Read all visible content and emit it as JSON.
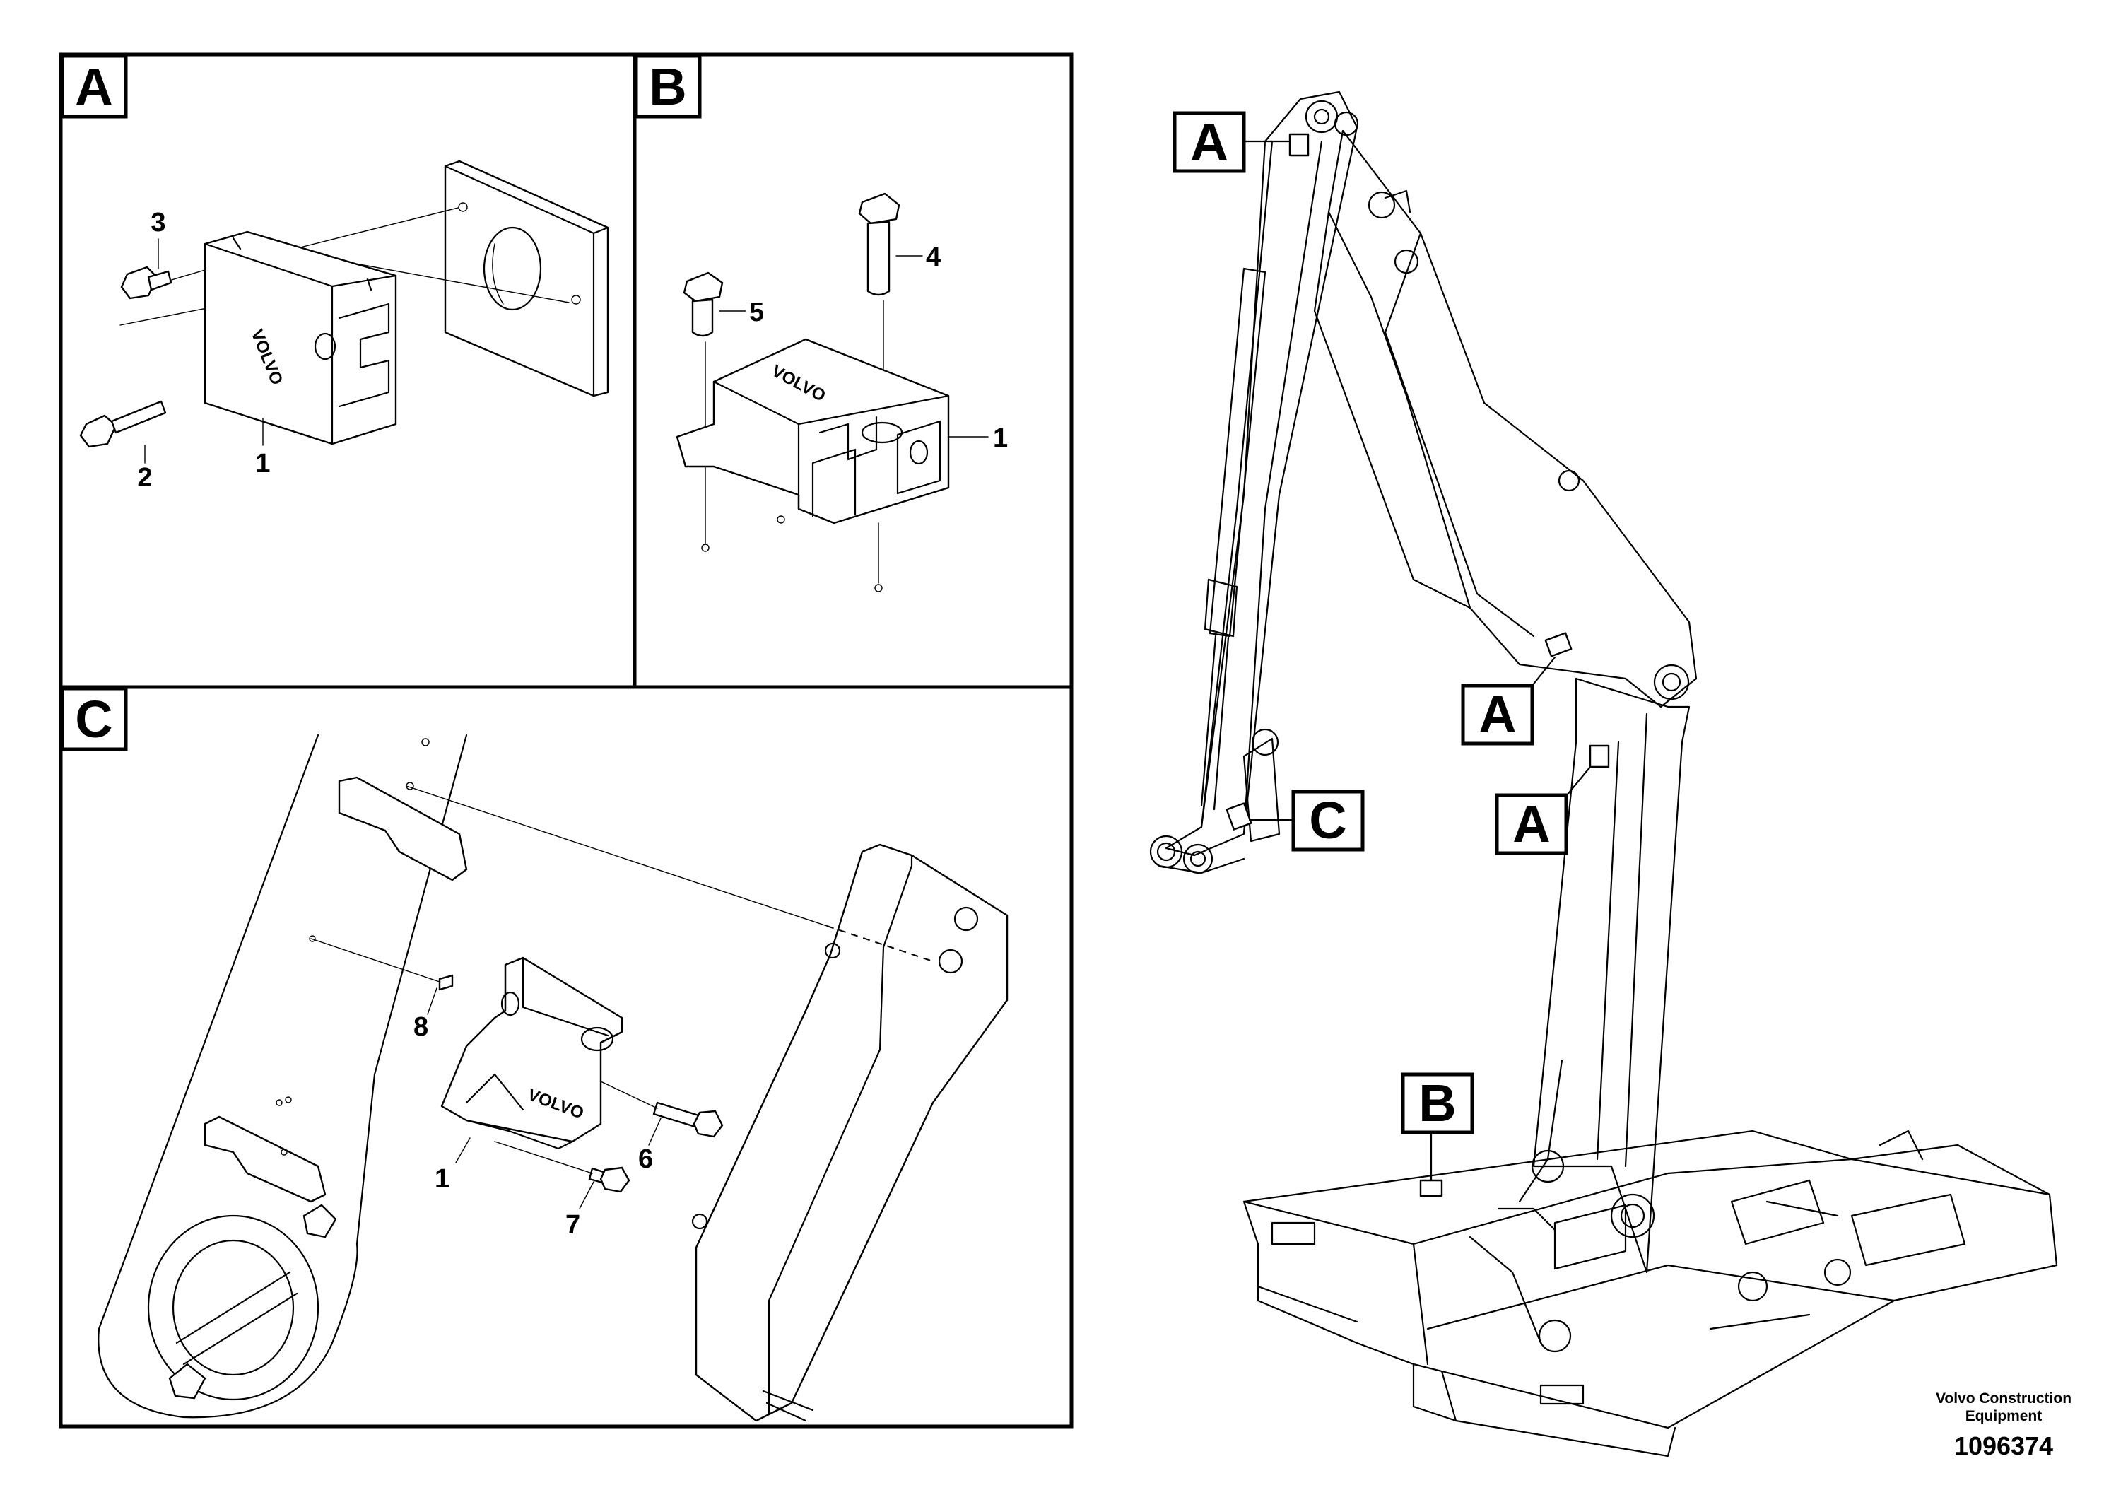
{
  "panels": [
    {
      "id": "A",
      "label": "A"
    },
    {
      "id": "B",
      "label": "B"
    },
    {
      "id": "C",
      "label": "C"
    }
  ],
  "callouts": {
    "A": [
      "3",
      "2",
      "1"
    ],
    "B": [
      "5",
      "4",
      "1"
    ],
    "C": [
      "8",
      "6",
      "1",
      "7"
    ]
  },
  "overview_tags": [
    "A",
    "A",
    "A",
    "C",
    "B"
  ],
  "embossed_brand": "VOLVO",
  "footer": {
    "company_line1": "Volvo Construction",
    "company_line2": "Equipment",
    "drawing_number": "1096374"
  }
}
